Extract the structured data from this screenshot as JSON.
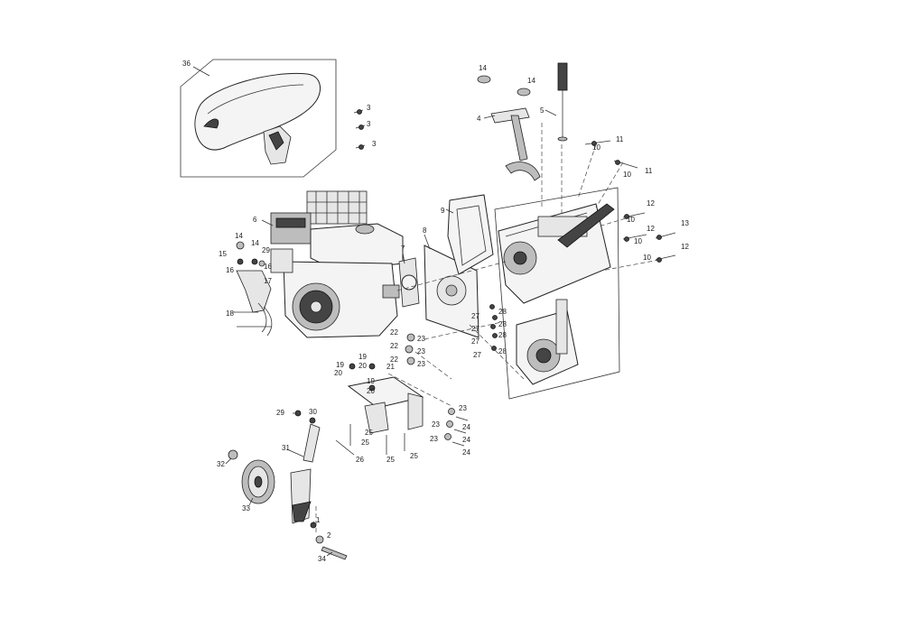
{
  "diagram": {
    "labels": [
      {
        "key": "p36",
        "text": "36"
      },
      {
        "key": "p3a",
        "text": "3"
      },
      {
        "key": "p3b",
        "text": "3"
      },
      {
        "key": "p3c",
        "text": "3"
      },
      {
        "key": "p14a",
        "text": "14"
      },
      {
        "key": "p14b",
        "text": "14"
      },
      {
        "key": "p4",
        "text": "4"
      },
      {
        "key": "p5",
        "text": "5"
      },
      {
        "key": "p10a",
        "text": "10"
      },
      {
        "key": "p11a",
        "text": "11"
      },
      {
        "key": "p10b",
        "text": "10"
      },
      {
        "key": "p11b",
        "text": "11"
      },
      {
        "key": "p9",
        "text": "9"
      },
      {
        "key": "p6",
        "text": "6"
      },
      {
        "key": "p12a",
        "text": "12"
      },
      {
        "key": "p10c",
        "text": "10"
      },
      {
        "key": "p12b",
        "text": "12"
      },
      {
        "key": "p10d",
        "text": "10"
      },
      {
        "key": "p13",
        "text": "13"
      },
      {
        "key": "p10e",
        "text": "10"
      },
      {
        "key": "p12c",
        "text": "12"
      },
      {
        "key": "p8",
        "text": "8"
      },
      {
        "key": "p7",
        "text": "7"
      },
      {
        "key": "p14c",
        "text": "14"
      },
      {
        "key": "p14d",
        "text": "14"
      },
      {
        "key": "p15",
        "text": "15"
      },
      {
        "key": "p29a",
        "text": "29"
      },
      {
        "key": "p16a",
        "text": "16"
      },
      {
        "key": "p16b",
        "text": "16"
      },
      {
        "key": "p17",
        "text": "17"
      },
      {
        "key": "p18",
        "text": "18"
      },
      {
        "key": "p27a",
        "text": "27"
      },
      {
        "key": "p28a",
        "text": "28"
      },
      {
        "key": "p28b",
        "text": "28"
      },
      {
        "key": "p27b",
        "text": "27"
      },
      {
        "key": "p28c",
        "text": "28"
      },
      {
        "key": "p27c",
        "text": "27"
      },
      {
        "key": "p27d",
        "text": "27"
      },
      {
        "key": "p28d",
        "text": "28"
      },
      {
        "key": "p22a",
        "text": "22"
      },
      {
        "key": "p23a",
        "text": "23"
      },
      {
        "key": "p22b",
        "text": "22"
      },
      {
        "key": "p23b",
        "text": "23"
      },
      {
        "key": "p22c",
        "text": "22"
      },
      {
        "key": "p23c",
        "text": "23"
      },
      {
        "key": "p19a",
        "text": "19"
      },
      {
        "key": "p20a",
        "text": "20"
      },
      {
        "key": "p21",
        "text": "21"
      },
      {
        "key": "p19b",
        "text": "19"
      },
      {
        "key": "p20b",
        "text": "20"
      },
      {
        "key": "p19c",
        "text": "19"
      },
      {
        "key": "p20c",
        "text": "20"
      },
      {
        "key": "p29b",
        "text": "29"
      },
      {
        "key": "p30",
        "text": "30"
      },
      {
        "key": "p23d",
        "text": "23"
      },
      {
        "key": "p23e",
        "text": "23"
      },
      {
        "key": "p24a",
        "text": "24"
      },
      {
        "key": "p23f",
        "text": "23"
      },
      {
        "key": "p24b",
        "text": "24"
      },
      {
        "key": "p24c",
        "text": "24"
      },
      {
        "key": "p25a",
        "text": "25"
      },
      {
        "key": "p25b",
        "text": "25"
      },
      {
        "key": "p25c",
        "text": "25"
      },
      {
        "key": "p25d",
        "text": "25"
      },
      {
        "key": "p26",
        "text": "26"
      },
      {
        "key": "p31",
        "text": "31"
      },
      {
        "key": "p32",
        "text": "32"
      },
      {
        "key": "p33",
        "text": "33"
      },
      {
        "key": "p1",
        "text": "1"
      },
      {
        "key": "p2",
        "text": "2"
      },
      {
        "key": "p34",
        "text": "34"
      }
    ]
  }
}
